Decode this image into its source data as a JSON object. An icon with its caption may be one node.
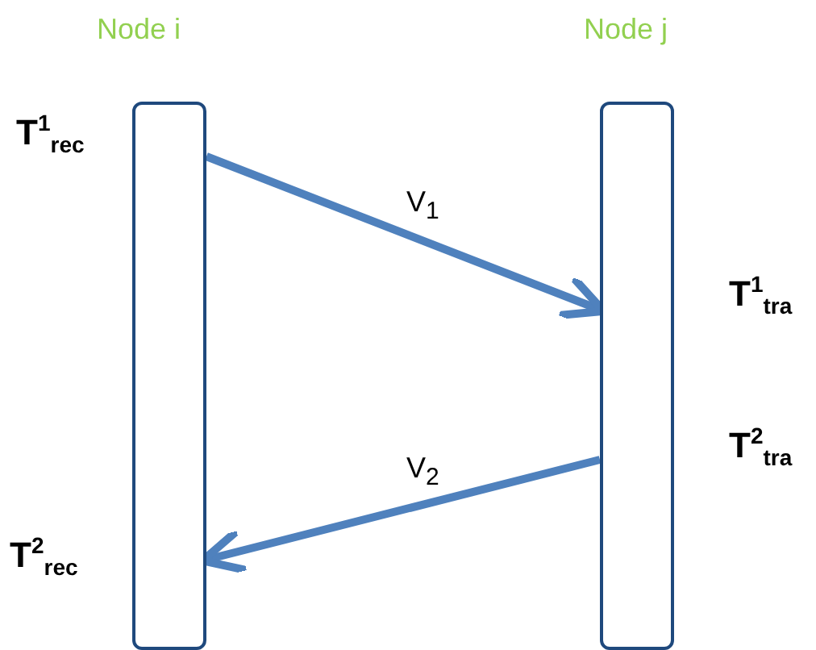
{
  "diagram": {
    "nodes": [
      {
        "text": [
          "Node i"
        ],
        "beside": [
          "T$^{1}$$_{rec}$",
          "T$^{2}$$_{rec}$"
        ]
      },
      {
        "text": [
          "Node j"
        ],
        "beside": [
          "T$^{1}$$_{tra}$",
          "T$^{2}$$_{tra}$"
        ]
      }
    ],
    "edges": [
      {
        "from": 0,
        "to": 1,
        "arrow": "to",
        "label": "V$_{1}$"
      },
      {
        "from": 1,
        "to": 0,
        "arrow": "to",
        "label": "V$_{2}$"
      }
    ]
  }
}
